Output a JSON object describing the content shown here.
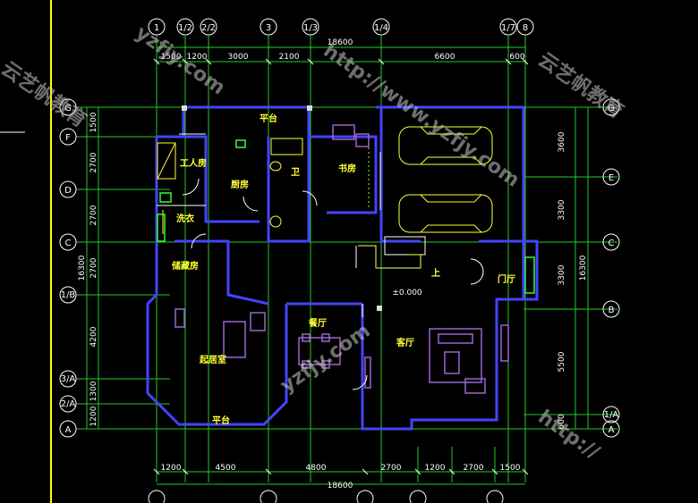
{
  "top_axes": [
    "1",
    "1/2",
    "2/2",
    "3",
    "1/3",
    "1/4",
    "1/7",
    "8"
  ],
  "top_total": "18600",
  "top_dims": [
    "1500",
    "1200",
    "3000",
    "2100",
    "6600",
    "600"
  ],
  "bottom_total": "18600",
  "bottom_dims": [
    "1200",
    "4500",
    "4800",
    "2700",
    "1200",
    "2700",
    "1500"
  ],
  "left_axes": [
    "G",
    "F",
    "D",
    "C",
    "1/B",
    "3/A",
    "2/A",
    "A"
  ],
  "left_total": "16300",
  "left_dims": [
    "1500",
    "2700",
    "2700",
    "2700",
    "4200",
    "1300",
    "1200"
  ],
  "right_axes": [
    "G",
    "E",
    "C",
    "B",
    "1/A",
    "A"
  ],
  "right_total": "16300",
  "right_dims": [
    "3600",
    "3300",
    "3300",
    "5500",
    "600"
  ],
  "rooms": {
    "terrace_top": "平台",
    "worker": "工人房",
    "kitchen": "厨房",
    "wc": "卫",
    "study": "书房",
    "laundry": "洗衣",
    "storage": "储藏房",
    "up": "上",
    "entry": "门厅",
    "dining": "餐厅",
    "living": "客厅",
    "family": "起居室",
    "terrace_bottom": "平台"
  },
  "level_mark": "±0.000",
  "watermarks": [
    "yzfjy.com",
    "http://www.yzfjy.com",
    "云艺帆教育",
    "云艺帆教育",
    "http://",
    "yzfjy.com"
  ],
  "colors": {
    "background": "#000000",
    "walls": "#5555ff",
    "axis": "#00ff00",
    "dims": "#ffffff",
    "labels": "#ffff33",
    "cars": "#ffff44",
    "furniture": "#9a66cc"
  }
}
